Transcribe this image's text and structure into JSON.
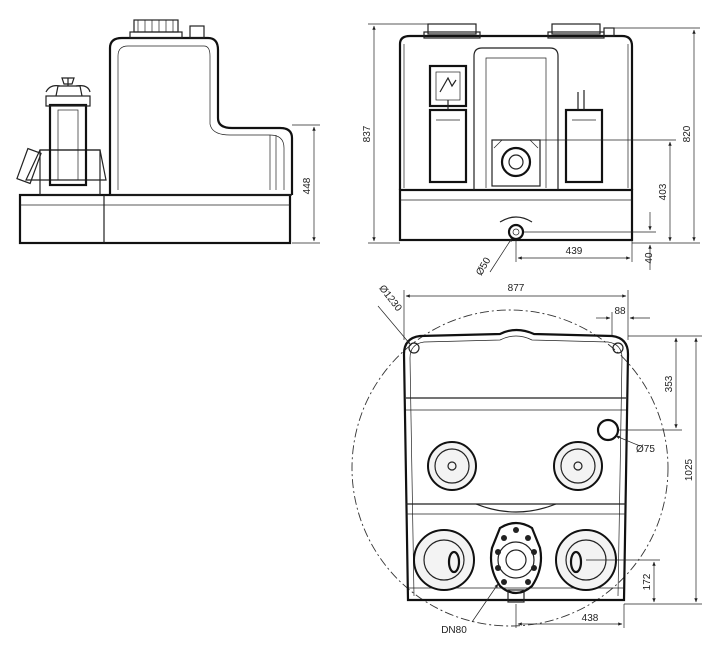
{
  "dimensions": {
    "side_height": "448",
    "front_total_height": "837",
    "front_right_height": "820",
    "front_outlet_height": "403",
    "front_offset_small": "40",
    "front_outlet_spacing": "439",
    "front_inlet_diameter": "Ø50",
    "top_width": "877",
    "top_offset": "88",
    "top_circle_diameter": "Ø1230",
    "top_depth_a": "353",
    "top_depth_total": "1025",
    "top_depth_b": "172",
    "top_spacing": "438",
    "top_vent_diameter": "Ø75",
    "top_outlet_label": "DN80"
  }
}
